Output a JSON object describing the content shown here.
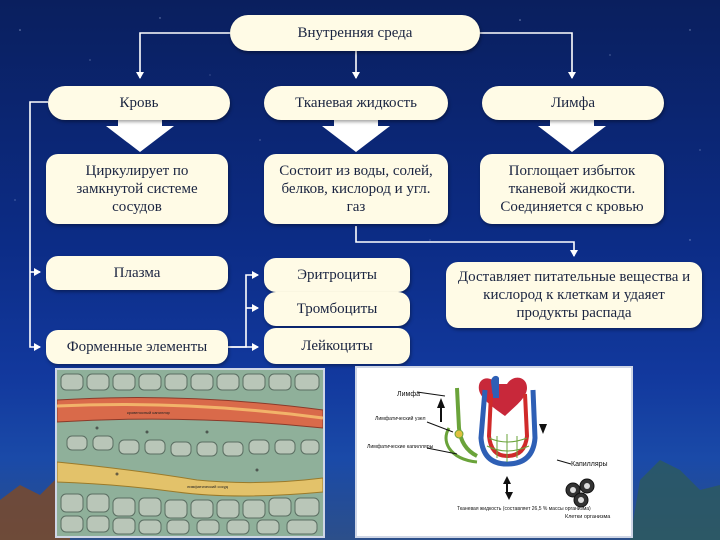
{
  "diagram": {
    "root": "Внутренняя среда",
    "branches": [
      "Кровь",
      "Тканевая жидкость",
      "Лимфа"
    ],
    "details": [
      "Циркулирует по замкнутой системе сосудов",
      "Состоит из воды, солей, белков, кислород и угл. газ",
      "Поглощает избыток тканевой жидкости. Соединяется с кровью"
    ],
    "function_box": "Доставляет питательные вещества и кислород к клеткам и удаяет продукты распада",
    "blood_parts": [
      "Плазма",
      "Форменные элементы"
    ],
    "cells": [
      "Эритроциты",
      "Тромбоциты",
      "Лейкоциты"
    ]
  },
  "tissue_illustration": {
    "labels": [
      "кровеносный капилляр",
      "лимфатический сосуд"
    ]
  },
  "lymph_illustration": {
    "labels": {
      "lymph": "Лимфа",
      "node": "Лимфатический узел",
      "lymph_capillaries": "Лимфатические капилляры",
      "capillaries": "Капилляры",
      "tissue_fluid": "Тканевая жидкость (составляет 26,5 % массы организма)",
      "cells": "Клетки организма"
    }
  },
  "colors": {
    "box_fill": "#fffbe6",
    "arrow": "#ffffff",
    "background_top": "#0a1f5e",
    "background_bottom": "#1a4aa8"
  }
}
